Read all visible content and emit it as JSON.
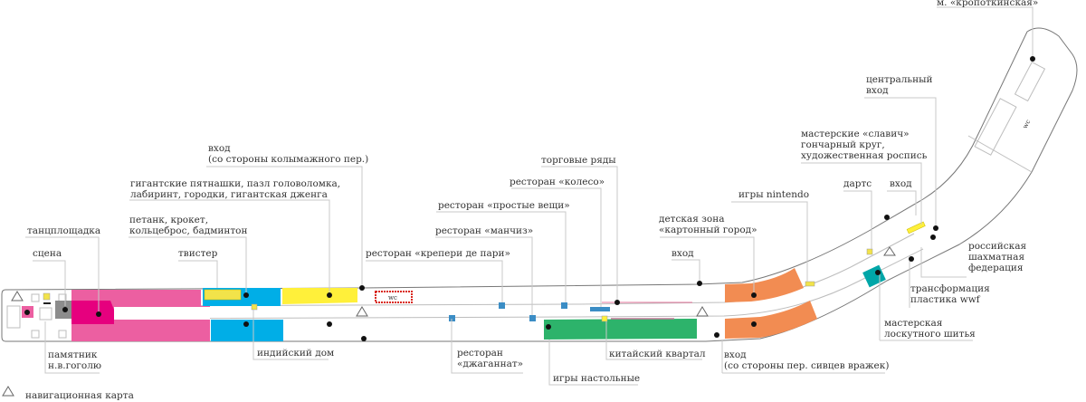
{
  "title": "Гоголевский бульвар — карта площадок",
  "colors": {
    "pink": "#ec5fa1",
    "magenta": "#e6007e",
    "gray": "#8c8c8c",
    "blue": "#00aee7",
    "yellow": "#fff03a",
    "green": "#2db36b",
    "orange": "#f28c52",
    "teal": "#00a6a8",
    "restaurant": "#3b8dc5",
    "wc_red": "#d9271c"
  },
  "labels": {
    "metro": "м. «кропоткинская»",
    "central_entrance": "центральный\nвход",
    "slavich": "мастерские «славич»\nгончарный круг,\nхудожественная роспись",
    "darts": "дартс",
    "entrance_ne": "вход",
    "chess": "российская\nшахматная\nфедерация",
    "wwf": "трансформация\nпластика wwf",
    "patchwork": "мастерская\nлоскутного шитья",
    "nintendo": "игры nintendo",
    "kids_zone": "детская зона\n«картонный город»",
    "entrance_mid": "вход",
    "entrance_sivtsev": "вход\n(со стороны пер. сивцев вражек)",
    "trade_rows": "торговые ряды",
    "koleso": "ресторан «колесо»",
    "prostye": "ресторан «простые вещи»",
    "manchiz": "ресторан «манчиз»",
    "crepes": "ресторан «крепери де пари»",
    "jagannat": "ресторан\n«джаганнат»",
    "board_games": "игры настольные",
    "chinatown": "китайский квартал",
    "entrance_kolymazhny": "вход\n(со стороны колымажного пер.)",
    "giant_games": "гигантские пятнашки, пазл головоломка,\nлабиринт, городки, гигантская дженга",
    "petanque": "петанк, крокет,\nкольцеброс, бадминтон",
    "twister": "твистер",
    "indian_house": "индийский дом",
    "dance_floor": "танцплощадка",
    "stage": "сцена",
    "monument": "памятник\nн.в.гоголю",
    "wc": "wc",
    "legend_nav_map": "навигационная карта"
  }
}
